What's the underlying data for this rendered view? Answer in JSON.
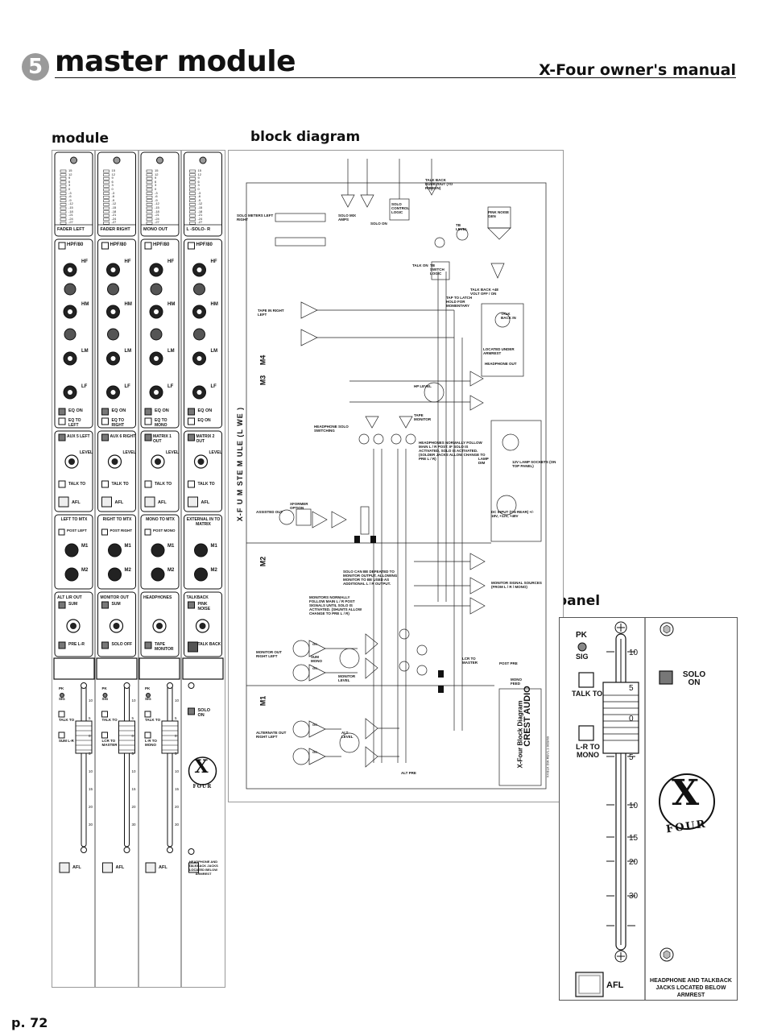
{
  "header": {
    "chapter_number": "5",
    "title": "master module",
    "manual_title": "X-Four owner's manual"
  },
  "sections": {
    "module": "module",
    "block_diagram": "block diagram",
    "panel": "panel"
  },
  "footer": {
    "page": "p. 72"
  },
  "module": {
    "meters": [
      "FADER LEFT",
      "FADER RIGHT",
      "MONO OUT",
      "L -SOLO- R"
    ],
    "meter_scale": [
      "15",
      "12",
      "9",
      "6",
      "3",
      "0",
      "-3",
      "-6",
      "-9",
      "-12",
      "-15",
      "-18",
      "-21",
      "-24",
      "-27"
    ],
    "eq": {
      "hpf": "HPF/80",
      "bands": [
        "HF",
        "HM",
        "LM",
        "LF"
      ],
      "eq_on": "EQ ON",
      "eq_to": [
        "EQ TO LEFT",
        "EQ TO RIGHT",
        "EQ TO MONO",
        "EQ ON"
      ]
    },
    "aux_row": {
      "titles": [
        "AUX 5 LEFT",
        "AUX 6 RIGHT",
        "MATRIX 1 OUT",
        "MATRIX 2 OUT"
      ],
      "level": "LEVEL",
      "talk_to": "TALK TO",
      "afl": "AFL"
    },
    "mtx_row": {
      "titles": [
        "LEFT TO MTX",
        "RIGHT TO MTX",
        "MONO TO MTX",
        "EXTERNAL IN TO MATRIX"
      ],
      "post": [
        "POST LEFT",
        "POST RIGHT",
        "POST MONO",
        ""
      ],
      "m1": "M1",
      "m2": "M2"
    },
    "out_row": {
      "titles": [
        "ALT L/R OUT",
        "MONITOR OUT",
        "HEADPHONES",
        "TALKBACK"
      ],
      "top_buttons": [
        "SUM",
        "SUM",
        "",
        "PINK NOISE"
      ],
      "bottom_buttons": [
        "PRE L-R",
        "SOLO OFF",
        "TAPE MONITOR",
        "TALK BACK"
      ]
    },
    "fader_labels": {
      "pk": "PK",
      "sig": "SIG",
      "talk_to": "TALK TO",
      "assign": [
        "SUM L-R",
        "LCR TO MASTER",
        "L-R TO MONO"
      ],
      "scale": [
        "10",
        "5",
        "0",
        "5",
        "10",
        "15",
        "20",
        "30"
      ],
      "solo_on": "SOLO ON",
      "afl": "AFL",
      "jacks_note": "HEADPHONE AND TALKBACK JACKS LOCATED BELOW ARMREST",
      "logo_x": "X",
      "logo_four": "FOUR"
    }
  },
  "block_diagram": {
    "banner": "X-F U M STE M ULE (L WE )",
    "sections": [
      "M1",
      "M2",
      "M3",
      "M4"
    ],
    "brand": "CREST AUDIO",
    "diagram_title": "X-Four Block Diagram",
    "doc_id": "X4 BLK DIA-REV1.1-9/28/99",
    "labels": {
      "solo_meters": "SOLO METERS LEFT RIGHT",
      "solo_mix_amps": "SOLO MIX AMPS",
      "solo_on": "SOLO ON",
      "solo_control_logic": "SOLO CONTROL LOGIC",
      "talkback_audio_out": "TALK BACK AUDIO OUT (TO RIBBON)",
      "tb_level": "TB LEVEL",
      "pink_noise_gen": "PINK NOISE GEN",
      "tb_switch_logic": "TB SWITCH LOGIC",
      "talk_on": "TALK ON",
      "tap_to_latch": "TAP TO LATCH HOLD FOR MOMENTARY",
      "talkback_phantom": "TALK BACK +48 VOLT OFF / ON",
      "talkback_in": "TALK BACK IN",
      "located_under_armrest": "LOCATED UNDER ARMREST",
      "headphone_out": "HEADPHONE OUT",
      "tape_in": "TAPE IN RIGHT LEFT",
      "hp_level": "HP LEVEL",
      "tape_monitor": "TAPE MONITOR",
      "headphone_solo_switching": "HEADPHONE SOLO SWITCHING",
      "headphones_note": "HEADPHONES NORMALLY FOLLOW MAIN L / R POST. IF SOLO IS ACTIVATED, SOLO IS ACTIVATED. (SOLDER JACKS ALLOW CHANGE TO PRE L / R)",
      "lamp_sockets": "12V LAMP SOCKETS (ON TOP PANEL)",
      "lamp_dim": "LAMP DIM",
      "dc_input": "DC INPUT (ON REAR) +/- 18V, +12V, +48V",
      "assisted_out": "ASSISTED OUT",
      "optional_xformer": "XFORMER OPTION",
      "monitor_out": "MONITOR OUT RIGHT LEFT",
      "monitor_note": "MONITORS NORMALLY FOLLOW MAIN L / R POST SIGNALS UNTIL SOLO IS ACTIVATED. (SHUNTS ALLOW CHANGE TO PRE L / R)",
      "solo_defeat_note": "SOLO CAN BE DEFEATED TO MONITOR OUTPUT, ALLOWING MONITOR TO BE USED AS ADDITIONAL L / R OUTPUT.",
      "monitor_level": "MONITOR LEVEL",
      "sum_mono": "SUM MONO",
      "alternate_out": "ALTERNATE OUT RIGHT LEFT",
      "alt_level": "ALT LEVEL",
      "alt_pre": "ALT PRE",
      "lcr_to_master": "LCR TO MASTER",
      "monitor_sources": "MONITOR SIGNAL SOURCES (FROM L / R / MONO)",
      "gc": "GC",
      "post_pre": "POST PRE",
      "mono_feed": "MONO FEED"
    }
  },
  "panel": {
    "pk": "PK",
    "sig": "SIG",
    "talk_to": "TALK TO",
    "lr_to_mono": "L-R TO MONO",
    "solo_on": "SOLO ON",
    "afl": "AFL",
    "jacks_note": "HEADPHONE AND TALKBACK JACKS LOCATED BELOW ARMREST",
    "scale": [
      "10",
      "5",
      "0",
      "5",
      "10",
      "15",
      "20",
      "30"
    ],
    "logo_x": "X",
    "logo_four": "FOUR"
  }
}
